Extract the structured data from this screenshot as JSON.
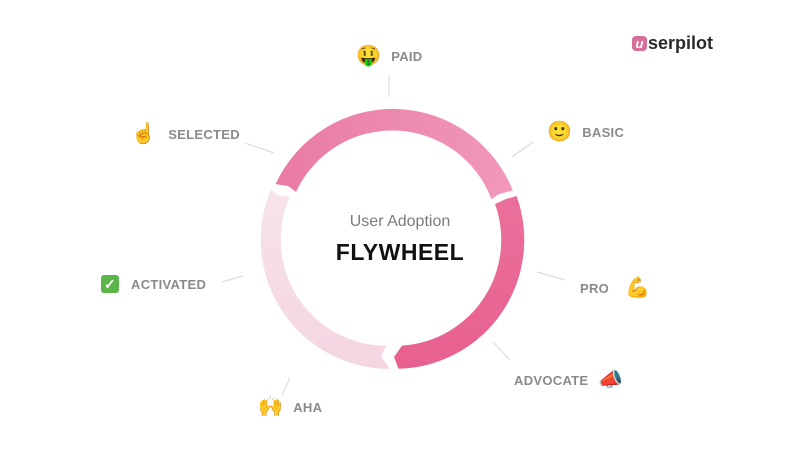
{
  "logo": {
    "mark": "u",
    "text": "serpilot"
  },
  "center": {
    "subtitle": "User Adoption",
    "title": "FLYWHEEL"
  },
  "stages": [
    {
      "id": "paid",
      "label": "PAID",
      "icon": "money-mouth-face-icon",
      "emoji": "🤑"
    },
    {
      "id": "basic",
      "label": "BASIC",
      "icon": "slightly-smiling-face-icon",
      "emoji": "🙂"
    },
    {
      "id": "pro",
      "label": "PRO",
      "icon": "flexed-biceps-icon",
      "emoji": "💪"
    },
    {
      "id": "advocate",
      "label": "ADVOCATE",
      "icon": "megaphone-icon",
      "emoji": "📣"
    },
    {
      "id": "aha",
      "label": "AHA",
      "icon": "raising-hands-icon",
      "emoji": "🙌"
    },
    {
      "id": "activated",
      "label": "ACTIVATED",
      "icon": "check-mark-button-icon",
      "emoji": "✓"
    },
    {
      "id": "selected",
      "label": "SELECTED",
      "icon": "index-pointing-up-icon",
      "emoji": "☝"
    }
  ],
  "colors": {
    "segment_top": "#ec8fb3",
    "segment_right": "#e96a97",
    "segment_left": "#f6dce7",
    "connector": "#dddddd",
    "label": "#8a8a8a",
    "brand": "#d76f98"
  }
}
